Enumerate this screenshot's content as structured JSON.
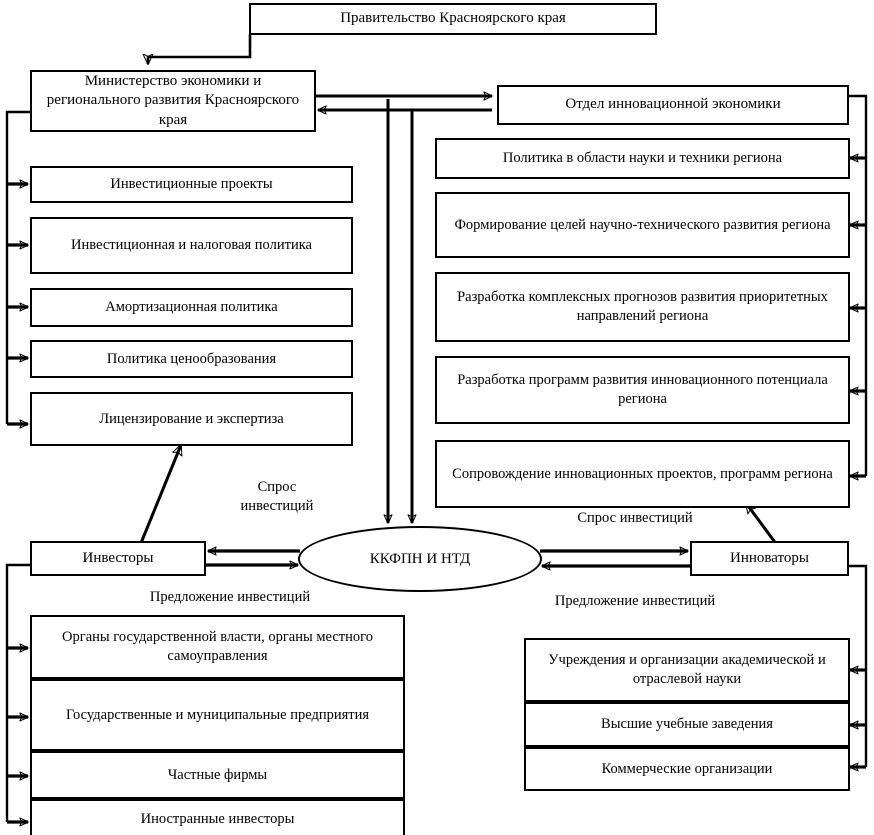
{
  "diagram": {
    "title_node": {
      "label": "Правительство Красноярского края"
    },
    "left_column": {
      "head": {
        "label": "Министерство экономики и регионального развития Красноярского края"
      },
      "items": [
        {
          "label": "Инвестиционные проекты"
        },
        {
          "label": "Инвестиционная и налоговая политика"
        },
        {
          "label": "Амортизационная политика"
        },
        {
          "label": "Политика ценообразования"
        },
        {
          "label": "Лицензирование и экспертиза"
        }
      ]
    },
    "right_column": {
      "head": {
        "label": "Отдел инновационной экономики"
      },
      "items": [
        {
          "label": "Политика в области науки и техники региона"
        },
        {
          "label": "Формирование целей научно-технического развития региона"
        },
        {
          "label": "Разработка комплексных прогнозов развития приоритетных направлений региона"
        },
        {
          "label": "Разработка программ развития инновационного потенциала региона"
        },
        {
          "label": "Сопровождение инновационных проектов, программ региона"
        }
      ]
    },
    "center": {
      "hub": {
        "label": "ККФПН И НТД"
      },
      "investors": {
        "label": "Инвесторы"
      },
      "innovators": {
        "label": "Инноваторы"
      }
    },
    "captions": {
      "demand_left": "Спрос\nинвестиций",
      "supply_left": "Предложение инвестиций",
      "demand_right": "Спрос инвестиций",
      "supply_right": "Предложение инвестиций"
    },
    "bottom_left": {
      "items": [
        {
          "label": "Органы государственной власти, органы местного самоуправления"
        },
        {
          "label": "Государственные и муниципальные предприятия"
        },
        {
          "label": "Частные фирмы"
        },
        {
          "label": "Иностранные инвесторы"
        }
      ]
    },
    "bottom_right": {
      "items": [
        {
          "label": "Учреждения и организации академической и отраслевой науки"
        },
        {
          "label": "Высшие учебные заведения"
        },
        {
          "label": "Коммерческие организации"
        }
      ]
    },
    "colors": {
      "stroke": "#000000",
      "background": "#ffffff"
    }
  }
}
